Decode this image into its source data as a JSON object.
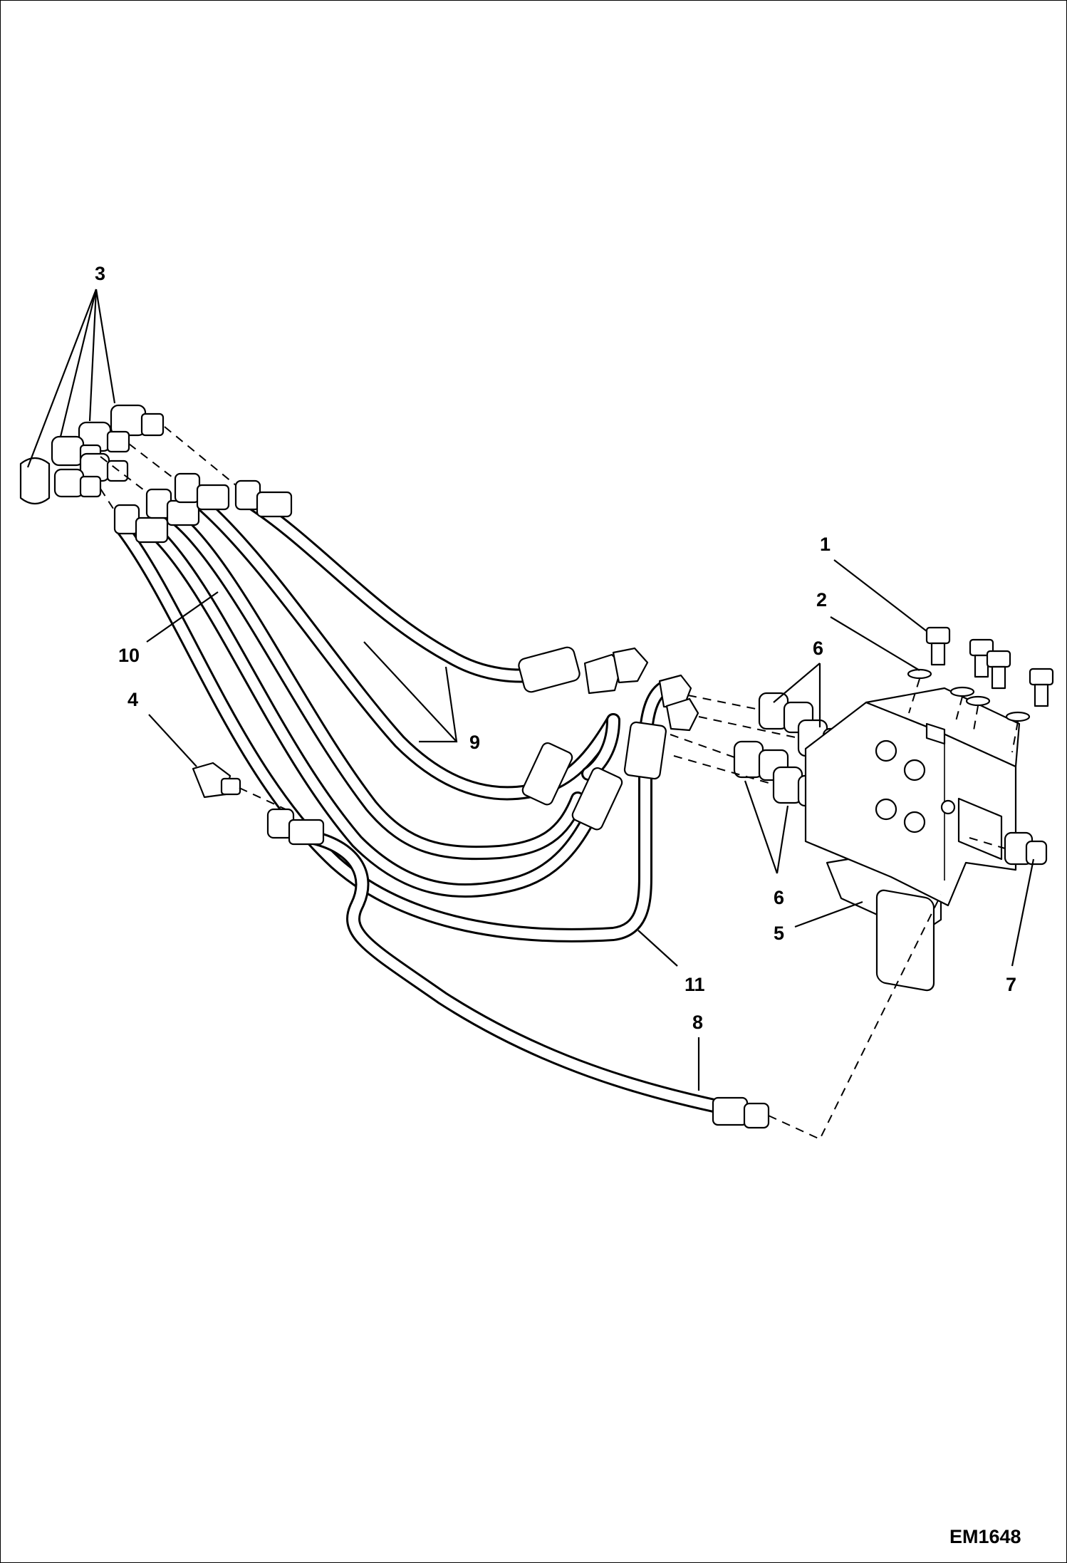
{
  "figure_id": "EM1648",
  "callouts": {
    "c1": "1",
    "c2": "2",
    "c3": "3",
    "c4": "4",
    "c5": "5",
    "c6a": "6",
    "c6b": "6",
    "c7": "7",
    "c8": "8",
    "c9": "9",
    "c10": "10",
    "c11": "11"
  }
}
